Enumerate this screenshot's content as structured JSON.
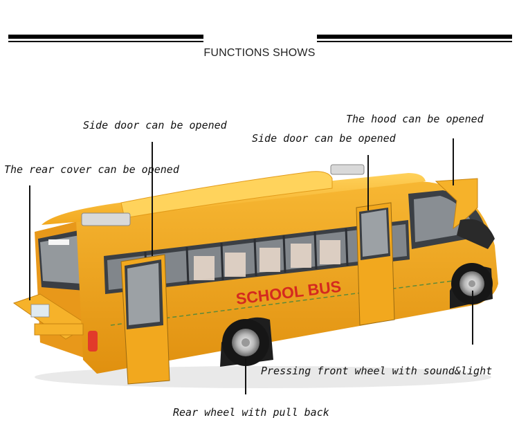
{
  "header": {
    "title": "FUNCTIONS SHOWS"
  },
  "callouts": {
    "rear_cover": "The rear cover can be opened",
    "side_door_left": "Side door can be opened",
    "side_door_right": "Side door can be opened",
    "hood": "The hood can be opened",
    "front_wheel": "Pressing front wheel with sound&light",
    "rear_wheel": "Rear wheel with pull back"
  },
  "bus": {
    "side_text": "SCHOOL BUS",
    "body_color": "#f2a81e",
    "body_shadow": "#d98a0c",
    "window_color": "#3b3f44"
  }
}
